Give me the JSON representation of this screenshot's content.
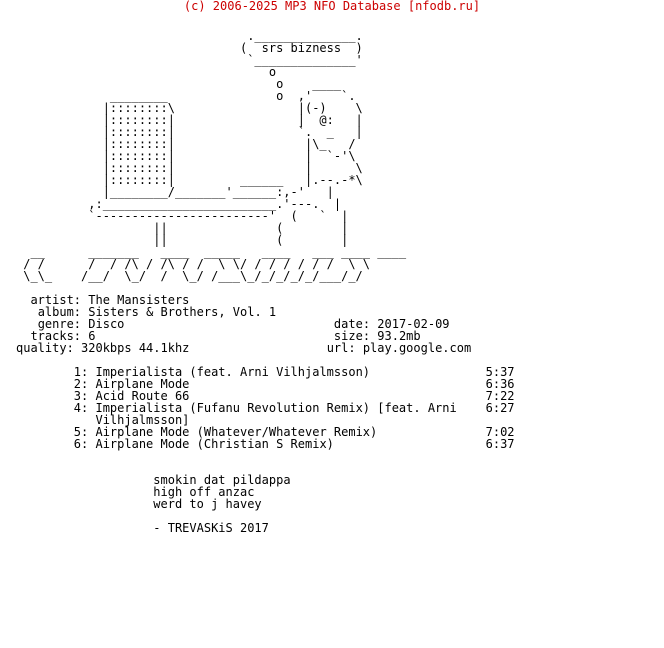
{
  "header": {
    "text": "(c) 2006-2025 MP3 NFO Database [nfodb.ru]"
  },
  "ascii_art": "                                .______________.\n                               (  srs bizness  )\n                                `______________'\n                                   o\n                                    o    ____\n             ________               o  ,'    `.\n            |::::::::\\                 |(-)    \\\n            |::::::::|                 |  @:   |\n            |::::::::|                 `.  _   |\n            |::::::::|                  |\\_   /\n            |::::::::|                  |  `-'\\\n            |::::::::|                  |      \\\n            |::::::::|         ______   |.--.-*\\\n            |________/_______'______:,-'   |\n          ,:________________________.'---.  |\n          `------------------------'  (   `  |\n                   ||               (        |\n                   ||               (        |\n  __      _______   ____  _____   ____   ___ ____ ____\n / /      /  / /\\ / /\\ / /  \\ \\/ / / / / / /  \\ \\\n \\_\\_    /__/  \\_/  /  \\_/ /___\\_/_/_/_/_/___/_/\n                                                 \n",
  "info_left": [
    {
      "key": "artist:",
      "value": "The Mansisters"
    },
    {
      "key": "album:",
      "value": "Sisters & Brothers, Vol. 1"
    },
    {
      "key": "genre:",
      "value": "Disco"
    },
    {
      "key": "tracks:",
      "value": "6"
    },
    {
      "key": "quality:",
      "value": "320kbps 44.1khz"
    }
  ],
  "info_right": [
    {
      "key": "date:",
      "value": "2017-02-09"
    },
    {
      "key": "size:",
      "value": "93.2mb"
    },
    {
      "key": "url:",
      "value": "play.google.com"
    }
  ],
  "tracks": [
    {
      "num": "1:",
      "title": "Imperialista (feat. Arni Vilhjalmsson)",
      "title2": "",
      "time": "5:37"
    },
    {
      "num": "2:",
      "title": "Airplane Mode",
      "title2": "",
      "time": "6:36"
    },
    {
      "num": "3:",
      "title": "Acid Route 66",
      "title2": "",
      "time": "7:22"
    },
    {
      "num": "4:",
      "title": "Imperialista (Fufanu Revolution Remix) [feat. Arni",
      "title2": "Vilhjalmsson]",
      "time": "6:27"
    },
    {
      "num": "5:",
      "title": "Airplane Mode (Whatever/Whatever Remix)",
      "title2": "",
      "time": "7:02"
    },
    {
      "num": "6:",
      "title": "Airplane Mode (Christian S Remix)",
      "title2": "",
      "time": "6:37"
    }
  ],
  "footer_lines": [
    "smokin dat pildappa",
    "high off anzac",
    "werd to j havey"
  ],
  "signature": "- TREVASKiS 2017"
}
